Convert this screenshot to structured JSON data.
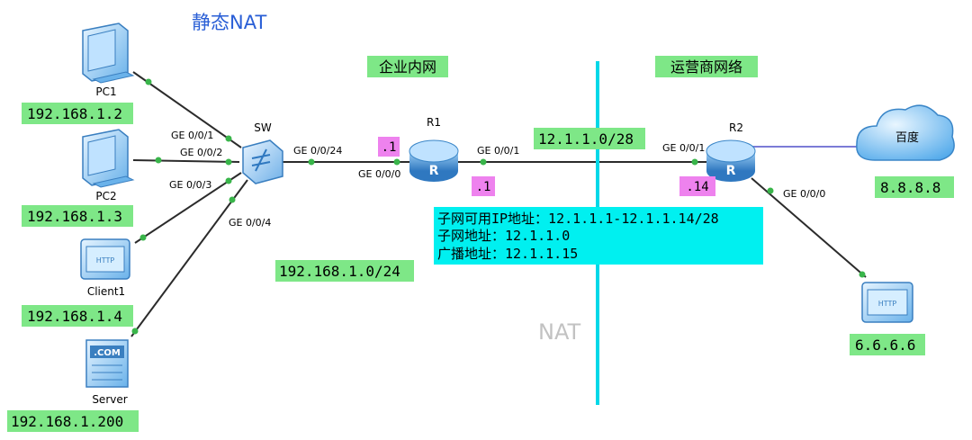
{
  "title": "静态NAT",
  "zones": {
    "enterprise": "企业内网",
    "isp": "运营商网络"
  },
  "nat_label": "NAT",
  "devices": {
    "pc1": {
      "name": "PC1",
      "ip": "192.168.1.2"
    },
    "pc2": {
      "name": "PC2",
      "ip": "192.168.1.3"
    },
    "client1": {
      "name": "Client1",
      "ip": "192.168.1.4"
    },
    "server": {
      "name": "Server",
      "ip": "192.168.1.200",
      "badge": ".COM"
    },
    "sw": {
      "name": "SW"
    },
    "r1": {
      "name": "R1",
      "glyph": "R"
    },
    "r2": {
      "name": "R2",
      "glyph": "R"
    },
    "baidu": {
      "name": "百度",
      "ip": "8.8.8.8"
    },
    "web": {
      "ip": "6.6.6.6"
    }
  },
  "http_badge": "HTTP",
  "ports": {
    "sw_p1": "GE 0/0/1",
    "sw_p2": "GE 0/0/2",
    "sw_p3": "GE 0/0/3",
    "sw_p4": "GE 0/0/4",
    "sw_p24": "GE 0/0/24",
    "r1_in": "GE 0/0/0",
    "r1_out": "GE 0/0/1",
    "r2_in": "GE 0/0/1",
    "r2_out": "GE 0/0/0"
  },
  "addresses": {
    "r1_in_host": ".1",
    "r1_out_host": ".1",
    "r2_in_host": ".14",
    "lan_subnet": "192.168.1.0/24",
    "wan_subnet": "12.1.1.0/28"
  },
  "info_box": {
    "line1": "子网可用IP地址：12.1.1.1-12.1.1.14/28",
    "line2": "子网地址：12.1.1.0",
    "line3": "广播地址：12.1.1.15"
  },
  "colors": {
    "title": "#2a5fd6",
    "label_green": "#7ee787",
    "label_pink": "#ee82ee",
    "info_cyan": "#00f0f0",
    "divider": "#00d8e8",
    "link_dot": "#39b54a",
    "router_blue": "#3a86c8",
    "cloud_blue": "#5ab4ef"
  }
}
